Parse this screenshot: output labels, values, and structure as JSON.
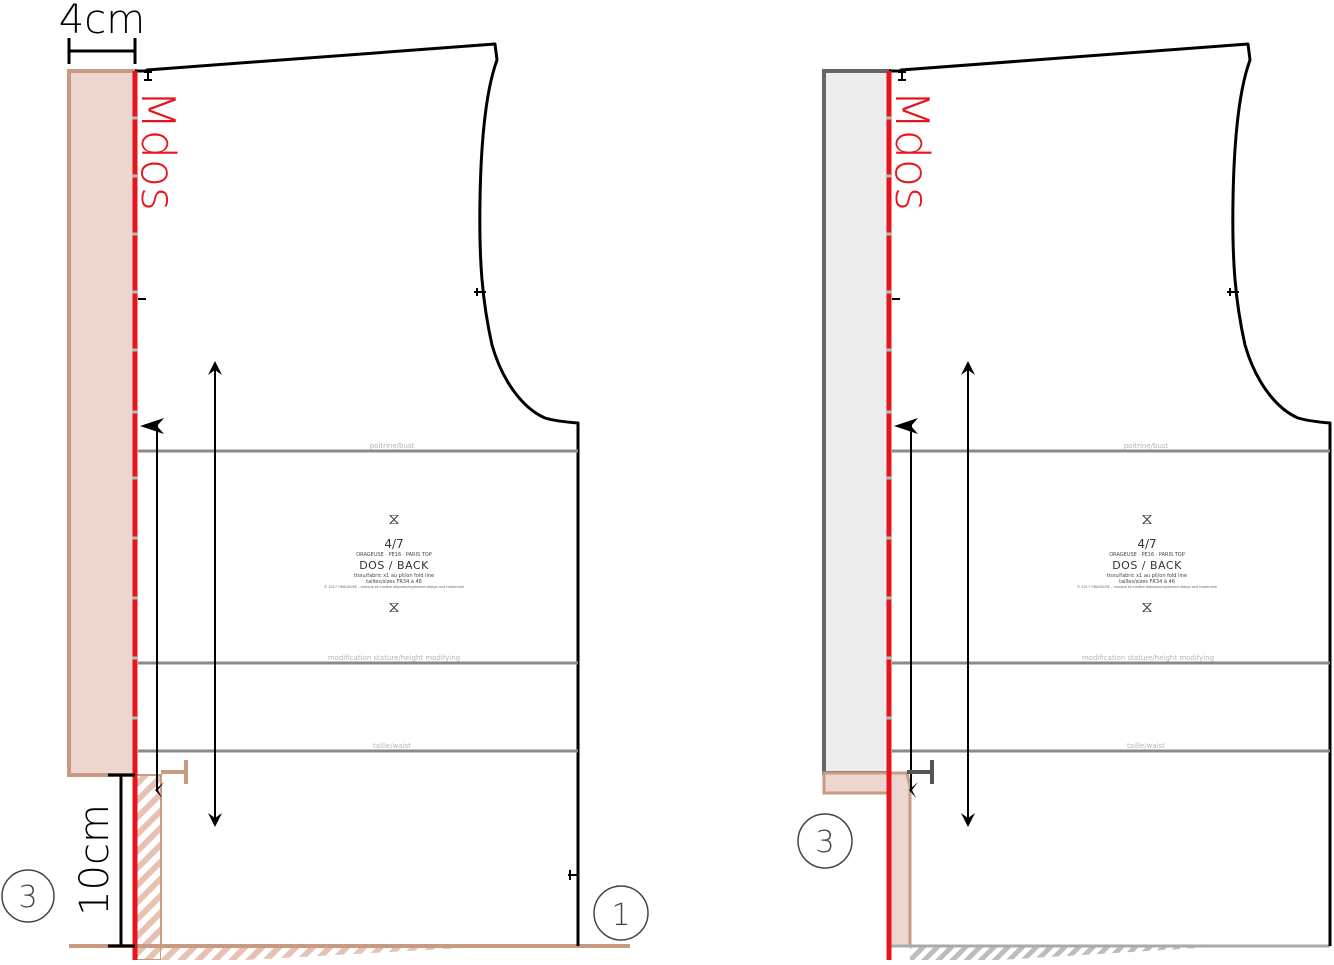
{
  "colors": {
    "outline": "#000000",
    "fold": "#e8141b",
    "seam_allowance": "#c99a82",
    "seam_allowance_fill": "#ecd6cf",
    "facing_gray": "#666666",
    "facing_gray_fill": "#ececec",
    "guide_line": "#8a8a8a",
    "guide_label": "#b5b5b5"
  },
  "labels": {
    "width_dim": "4cm",
    "height_dim": "10cm",
    "fold_label": "Mdos",
    "step_one": "1",
    "step_three": "3"
  },
  "guide_lines": {
    "bust": "poitrine/bust",
    "modification": "modification stature/height modifying",
    "waist": "taille/waist"
  },
  "pattern_info": {
    "piece_number": "4/7",
    "line1": "ORAGEUSE · PE16 · PARIS TOP",
    "title": "DOS / BACK",
    "line3": "tissu/fabric x1 au pli/on fold line",
    "line4": "tailles/sizes FR34 à 46",
    "line5": "© 2017 ORAGEUSE – marque et modèle déposés/registered design and trademark"
  }
}
